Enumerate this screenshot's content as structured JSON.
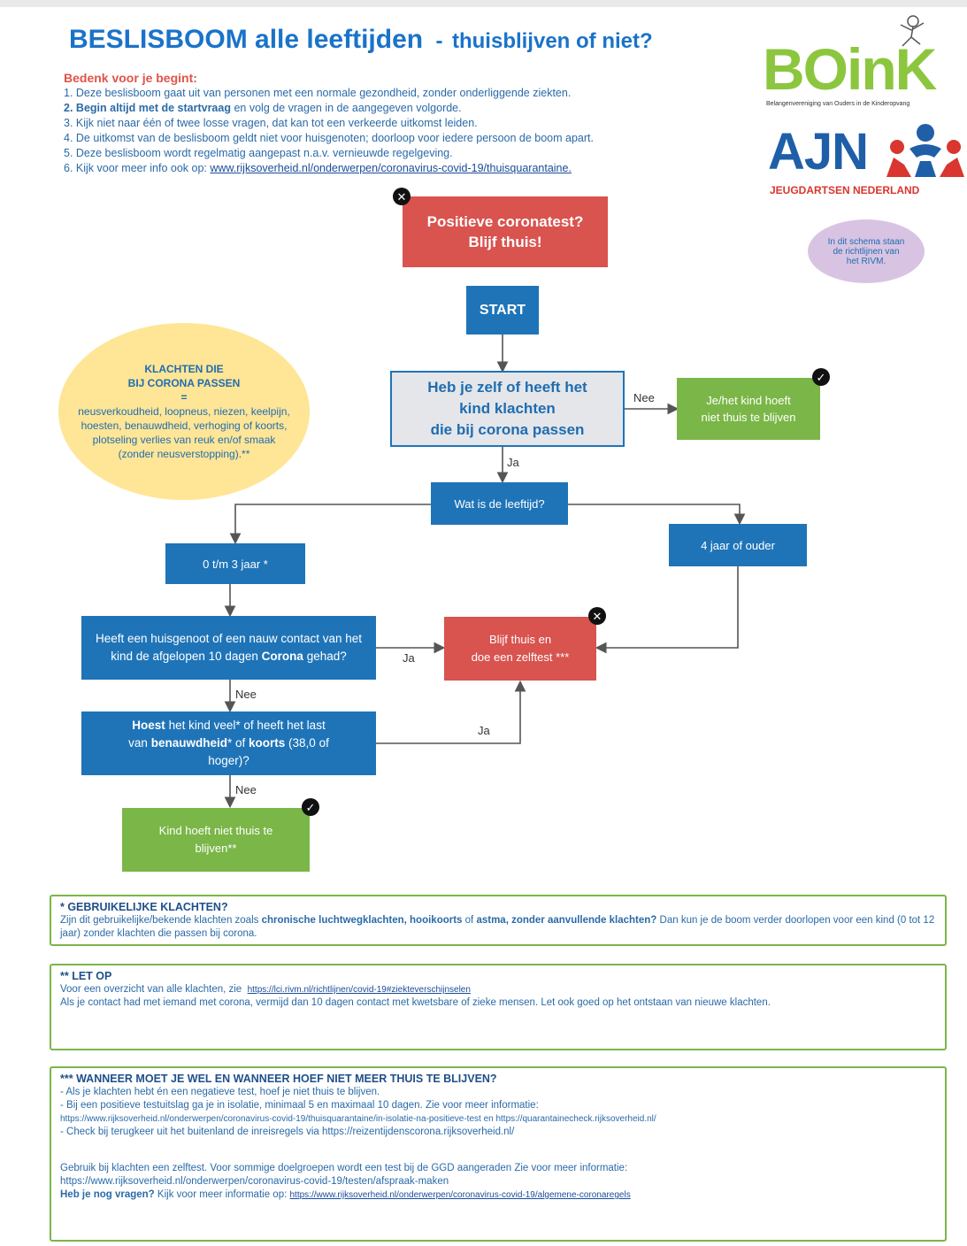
{
  "title": {
    "main": "BESLISBOOM alle leeftijden",
    "sep": "-",
    "sub": "thuisblijven of niet?"
  },
  "intro": {
    "heading": "Bedenk voor je begint:",
    "items": [
      "1. Deze beslisboom gaat uit van personen met een normale gezondheid, zonder onderliggende ziekten.",
      {
        "num": "2.",
        "bold": "Begin altijd met de startvraag",
        "rest": "en volg de vragen in de aangegeven volgorde."
      },
      "3. Kijk niet naar één of twee losse vragen, dat kan tot een verkeerde uitkomst leiden.",
      "4. De uitkomst van de beslisboom geldt niet voor huisgenoten; doorloop voor iedere persoon de boom apart.",
      "5. Deze beslisboom wordt regelmatig aangepast n.a.v. vernieuwde regelgeving.",
      {
        "prefix": "6. Kijk voor meer info ook op:",
        "link": "www.rijksoverheid.nl/onderwerpen/coronavirus-covid-19/thuisquarantaine."
      }
    ]
  },
  "logos": {
    "boink": {
      "word": "BOinK",
      "sub": "Belangenvereniging van Ouders in de Kinderopvang"
    },
    "ajn": {
      "word": "AJN",
      "sub": "JEUGDARTSEN NEDERLAND"
    }
  },
  "rivm_note": "In dit schema staan de richtlijnen van het RIVM.",
  "symptoms": {
    "heading1": "KLACHTEN DIE",
    "heading2": "BIJ CORONA PASSEN",
    "eq": "=",
    "text": "neusverkoudheid, loopneus, niezen, keelpijn, hoesten, benauwdheid, verhoging of koorts, plotseling verlies van reuk en/of smaak (zonder neusverstopping).**"
  },
  "nodes": {
    "positive": {
      "line1": "Positieve coronatest?",
      "line2": "Blijf thuis!"
    },
    "start": "START",
    "q1": {
      "line1": "Heb je zelf of heeft het",
      "line2": "kind klachten",
      "line3": "die bij corona passen"
    },
    "no_stay_home": {
      "line1": "Je/het kind hoeft",
      "line2": "niet thuis te blijven"
    },
    "age": "Wat is de leeftijd?",
    "age_young": "0 t/m 3 jaar *",
    "age_old": "4 jaar of ouder",
    "contact": {
      "pre": "Heeft een huisgenoot of een nauw contact van het kind de afgelopen 10 dagen",
      "bold": "Corona",
      "post": "gehad?"
    },
    "stay_test": {
      "line1": "Blijf thuis en",
      "line2": "doe een zelftest ***"
    },
    "cough": {
      "b1": "Hoest",
      "t1": "het kind veel* of heeft het last van",
      "b2": "benauwdheid",
      "t2": "* of",
      "b3": "koorts",
      "t3": "(38,0 of hoger)?"
    },
    "kid_ok": {
      "line1": "Kind hoeft niet thuis te",
      "line2": "blijven**"
    }
  },
  "edge_labels": {
    "nee": "Nee",
    "ja": "Ja"
  },
  "icons": {
    "stop": "x-circle-icon",
    "ok": "check-circle-icon"
  },
  "colors": {
    "red": "#d9534f",
    "blue": "#1f74b8",
    "green": "#7ab648",
    "yellow": "#ffe596",
    "purple": "#d8c4e2"
  },
  "notes": {
    "n1": {
      "heading": "* GEBRUIKELIJKE KLACHTEN?",
      "t1": "Zijn dit gebruikelijke/bekende klachten zoals",
      "b1": "chronische luchtwegklachten, hooikoorts",
      "t2": "of",
      "b2": "astma, zonder aanvullende klachten?",
      "t3": "Dan kun je de boom verder doorlopen voor een kind (0 tot 12 jaar) zonder klachten die passen bij corona."
    },
    "n2": {
      "heading": "** LET OP",
      "t1": "Voor een overzicht van alle klachten, zie",
      "link": "https://lci.rivm.nl/richtlijnen/covid-19#ziekteverschijnselen",
      "t2": "Als je contact had met iemand met corona, vermijd dan 10 dagen contact met kwetsbare of zieke mensen. Let ook goed op het ontstaan van nieuwe klachten."
    },
    "n3": {
      "heading": "*** WANNEER MOET JE WEL EN WANNEER HOEF NIET MEER THUIS TE BLIJVEN?",
      "l1": "- Als je klachten hebt én een negatieve test, hoef je niet thuis te blijven.",
      "l2": "- Bij een positieve testuitslag ga je in isolatie, minimaal 5 en maximaal 10 dagen. Zie voor meer informatie:",
      "l3": "https://www.rijksoverheid.nl/onderwerpen/coronavirus-covid-19/thuisquarantaine/in-isolatie-na-positieve-test  en https://quarantainecheck.rijksoverheid.nl/",
      "l4": "- Check bij terugkeer uit het buitenland de inreisregels via https://reizentijdenscorona.rijksoverheid.nl/",
      "l5": "Gebruik bij klachten een zelftest. Voor sommige doelgroepen wordt een test bij de GGD aangeraden Zie voor meer informatie:",
      "l6": "https://www.rijksoverheid.nl/onderwerpen/coronavirus-covid-19/testen/afspraak-maken",
      "b7": "Heb je nog vragen?",
      "t7": "Kijk voor meer informatie op:",
      "link7": "https://www.rijksoverheid.nl/onderwerpen/coronavirus-covid-19/algemene-coronaregels"
    }
  }
}
